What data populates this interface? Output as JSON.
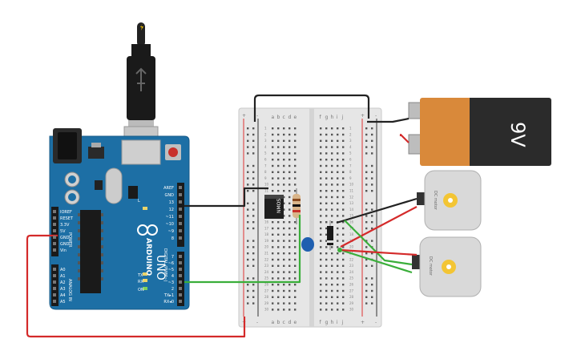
{
  "arduino": {
    "brand": "ARDUINO",
    "model": "UNO",
    "power_label": "POWER",
    "analog_label": "ANALOG IN",
    "digital_label": "DIGITAL (PWM~)",
    "power_pins": [
      "IOREF",
      "RESET",
      "3.3V",
      "5V",
      "GND",
      "GND",
      "Vin"
    ],
    "analog_pins": [
      "A0",
      "A1",
      "A2",
      "A3",
      "A4",
      "A5"
    ],
    "top_pins": [
      "AREF",
      "GND",
      "13",
      "12",
      "~11",
      "~10",
      "~9",
      "8"
    ],
    "bottom_pins": [
      "7",
      "~6",
      "~5",
      "4",
      "~3",
      "2",
      "TX▸1",
      "RX◂0"
    ],
    "led_labels": [
      "L",
      "TX",
      "RX",
      "ON"
    ]
  },
  "breadboard": {
    "columns_left": [
      "a",
      "b",
      "c",
      "d",
      "e"
    ],
    "columns_right": [
      "f",
      "g",
      "h",
      "i",
      "j"
    ],
    "rows": [
      "1",
      "2",
      "3",
      "4",
      "5",
      "6",
      "7",
      "8",
      "9",
      "10",
      "11",
      "12",
      "13",
      "14",
      "15",
      "16",
      "17",
      "18",
      "19",
      "20",
      "21",
      "22",
      "23",
      "24",
      "25",
      "26",
      "27",
      "28",
      "29",
      "30"
    ],
    "rail_plus": "+",
    "rail_minus": "-"
  },
  "components": {
    "transistor_label": "NMOS",
    "battery_label": "9V",
    "motor_label": "DC motor"
  },
  "colors": {
    "board": "#1d6fa5",
    "wire_red": "#d42a2a",
    "wire_green": "#3aae3a",
    "wire_black": "#222222",
    "battery_orange": "#d9893a",
    "battery_dark": "#2a2a2a",
    "motor_body": "#d9d9d9",
    "motor_gear": "#f3c534",
    "capacitor": "#1f5fb0"
  }
}
